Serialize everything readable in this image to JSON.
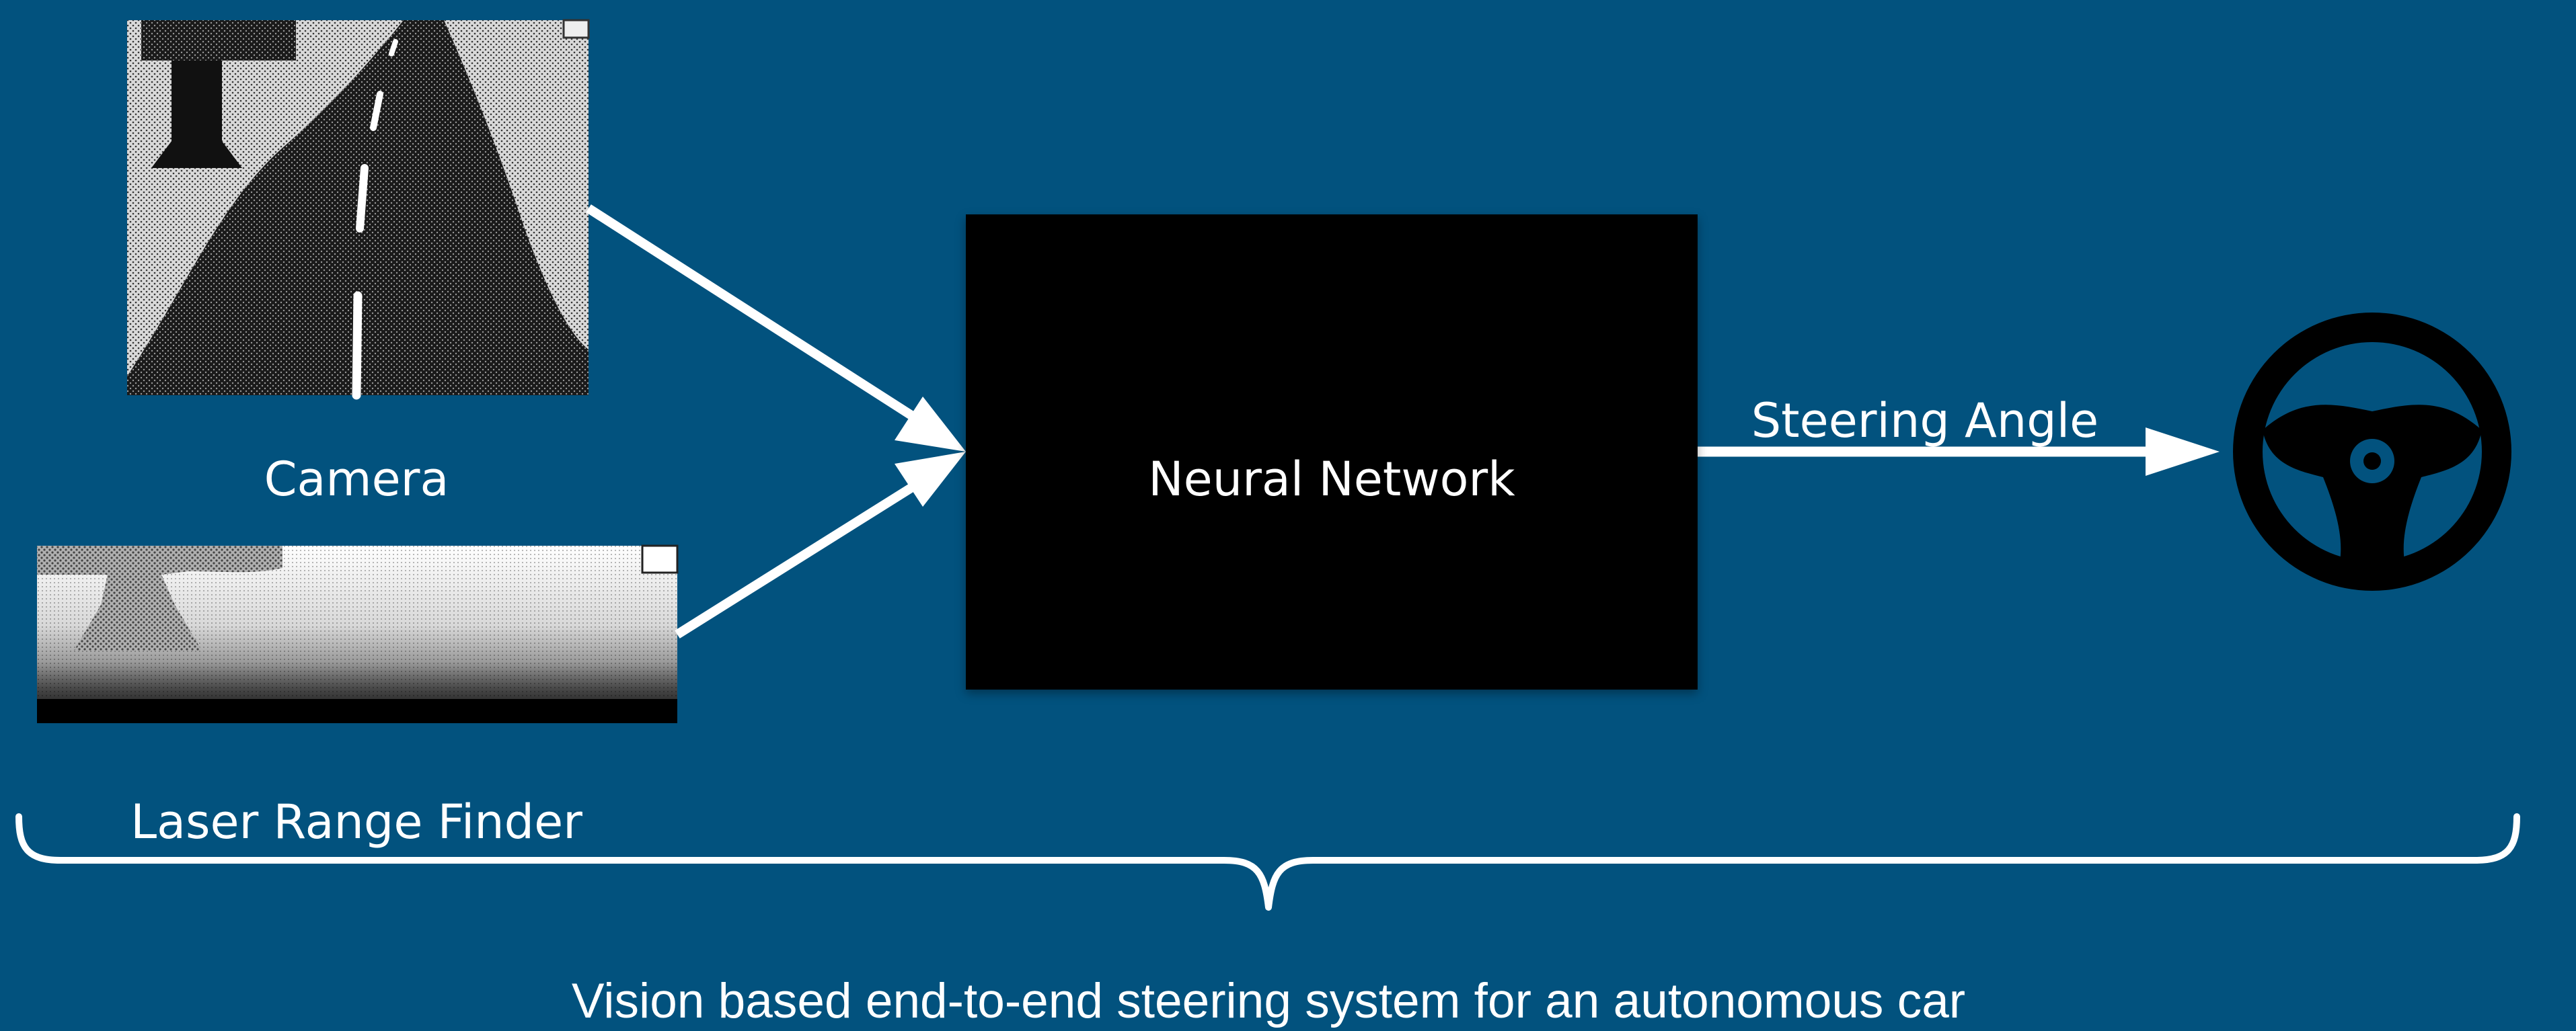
{
  "labels": {
    "camera": "Camera",
    "laser_range_finder": "Laser Range Finder",
    "neural_network": "Neural Network",
    "steering_angle": "Steering Angle",
    "caption": "Vision based end-to-end steering system for an autonomous car"
  },
  "icons": {
    "steering_wheel": "steering-wheel-icon",
    "camera_image": "road-camera-image",
    "laser_image": "laser-range-image"
  },
  "colors": {
    "background": "#02527E",
    "foreground": "#FFFFFF",
    "network_box": "#000000"
  }
}
